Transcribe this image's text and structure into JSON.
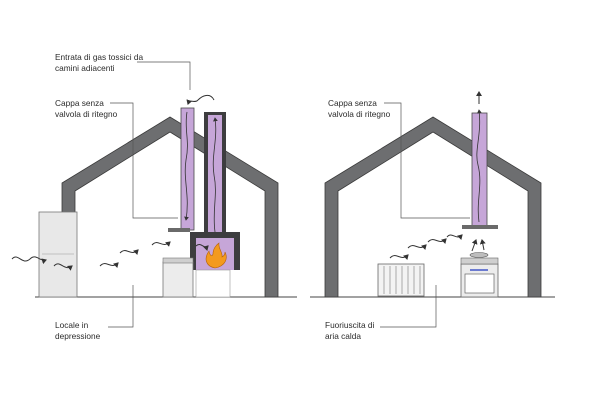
{
  "left_panel": {
    "label_toxic_gas": "Entrata di gas tossici da\ncamini adiacenti",
    "label_hood": "Cappa senza\nvalvola di ritegno",
    "label_room": "Locale in\ndepressione"
  },
  "right_panel": {
    "label_hood": "Cappa senza\nvalvola di ritegno",
    "label_warm_air": "Fuoriuscita di\naria calda"
  },
  "colors": {
    "wall": "#6d6e70",
    "duct_fill": "#c6a6d8",
    "duct_outline": "#4a4a4a",
    "fire": "#f39a1e",
    "arrow": "#333333",
    "leader": "#555555",
    "appliance": "#e2e2e2"
  }
}
